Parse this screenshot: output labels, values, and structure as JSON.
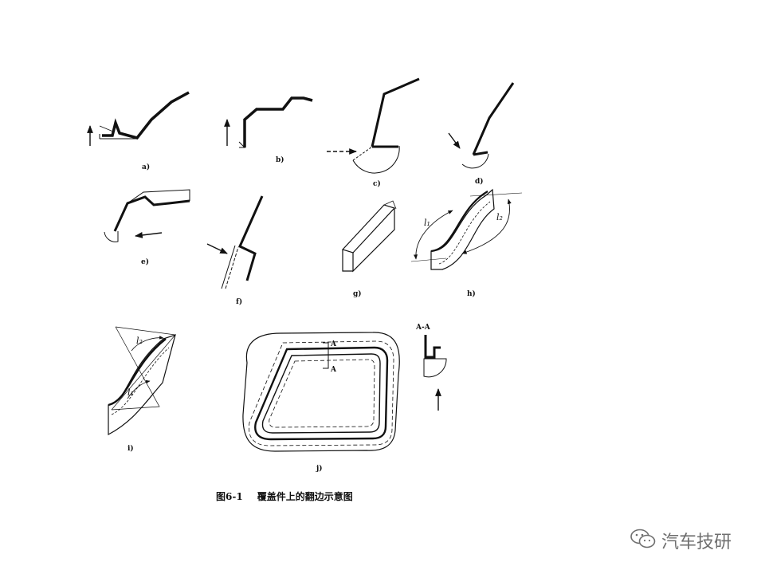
{
  "figure": {
    "labels": {
      "a": "a)",
      "b": "b)",
      "c": "c)",
      "d": "d)",
      "e": "e)",
      "f": "f)",
      "g": "g)",
      "h": "h)",
      "i": "i)",
      "j": "j)"
    },
    "section_label": "A-A",
    "cut_marks": [
      "A",
      "A"
    ],
    "dimension_labels": {
      "h_l1": "l₁",
      "h_l2": "l₂",
      "i_l1": "l₁",
      "i_l2": "l₂"
    }
  },
  "caption": {
    "number": "图6-1",
    "title": "覆盖件上的翻边示意图"
  },
  "watermark": {
    "text": "汽车技研",
    "icon": "wechat-icon"
  }
}
